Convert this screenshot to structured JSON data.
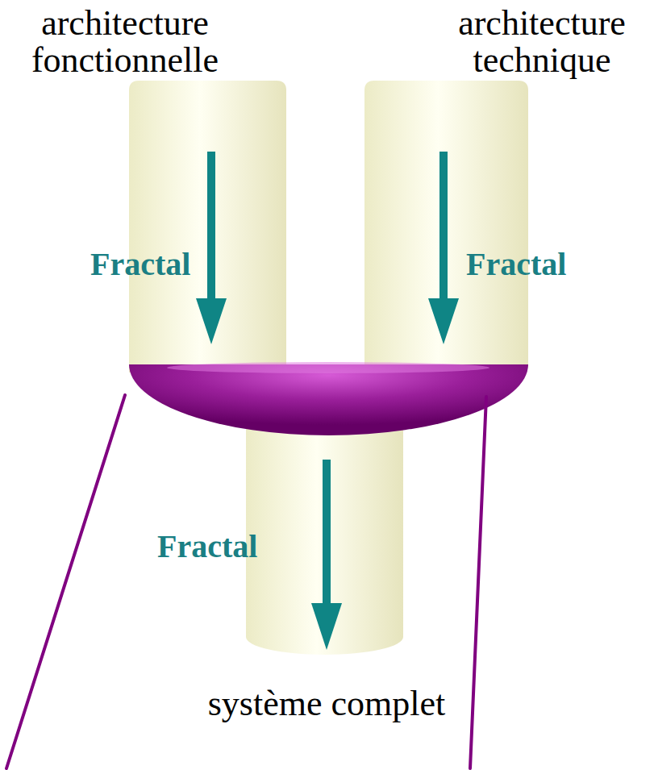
{
  "diagram": {
    "nodes": [
      {
        "text": [
          "architecture fonctionnelle",
          "Fractal"
        ]
      },
      {
        "text": [
          "architecture technique",
          "Fractal"
        ]
      },
      {
        "text": [
          "Fractal",
          "système complet"
        ]
      }
    ]
  }
}
